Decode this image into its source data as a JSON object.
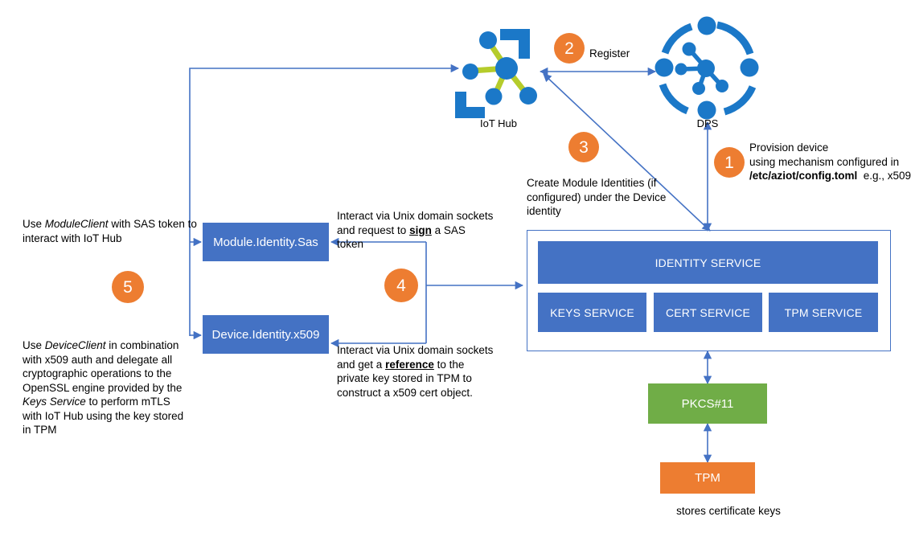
{
  "diagram": {
    "title": "Azure IoT Identity Service architecture",
    "colors": {
      "blue": "#4472C4",
      "icon_blue": "#1B78C8",
      "green": "#70AD47",
      "orange": "#ED7D31",
      "line": "#4472C4",
      "lime": "#B5CC2B"
    }
  },
  "icons": {
    "iot_hub_label": "IoT Hub",
    "dps_label": "DPS"
  },
  "callouts": {
    "one": "1",
    "two": "2",
    "three": "3",
    "four": "4",
    "five": "5"
  },
  "labels": {
    "register": "Register"
  },
  "notes": {
    "provision": {
      "line1": "Provision device",
      "line2": "using mechanism configured in",
      "line3_bold": "/etc/aziot/config.toml",
      "line3_rest": "  e.g., x509"
    },
    "create_modules": "Create Module Identities (if configured) under the Device identity",
    "module_client": {
      "pre": "Use ",
      "em": "ModuleClient",
      "post": " with SAS token to interact with IoT Hub"
    },
    "sign_sas": {
      "pre": "Interact via Unix domain sockets and request to ",
      "em": "sign",
      "post": " a SAS token"
    },
    "reference_key": {
      "pre": "Interact via Unix domain sockets and get a ",
      "em": "reference",
      "post": " to the private key stored in TPM to construct a x509 cert object."
    },
    "device_client": {
      "pre": "Use ",
      "em1": "DeviceClient",
      "mid": " in combination with x509 auth and delegate all cryptographic operations to the OpenSSL engine provided by the ",
      "em2": "Keys Service",
      "post": " to perform mTLS with IoT Hub using the key stored in TPM"
    },
    "stores_keys": "stores certificate keys"
  },
  "boxes": {
    "module_identity": "Module.Identity.Sas",
    "device_identity": "Device.Identity.x509",
    "identity_service": "IDENTITY SERVICE",
    "keys_service": "KEYS SERVICE",
    "cert_service": "CERT SERVICE",
    "tpm_service": "TPM SERVICE",
    "pkcs11": "PKCS#11",
    "tpm": "TPM"
  }
}
